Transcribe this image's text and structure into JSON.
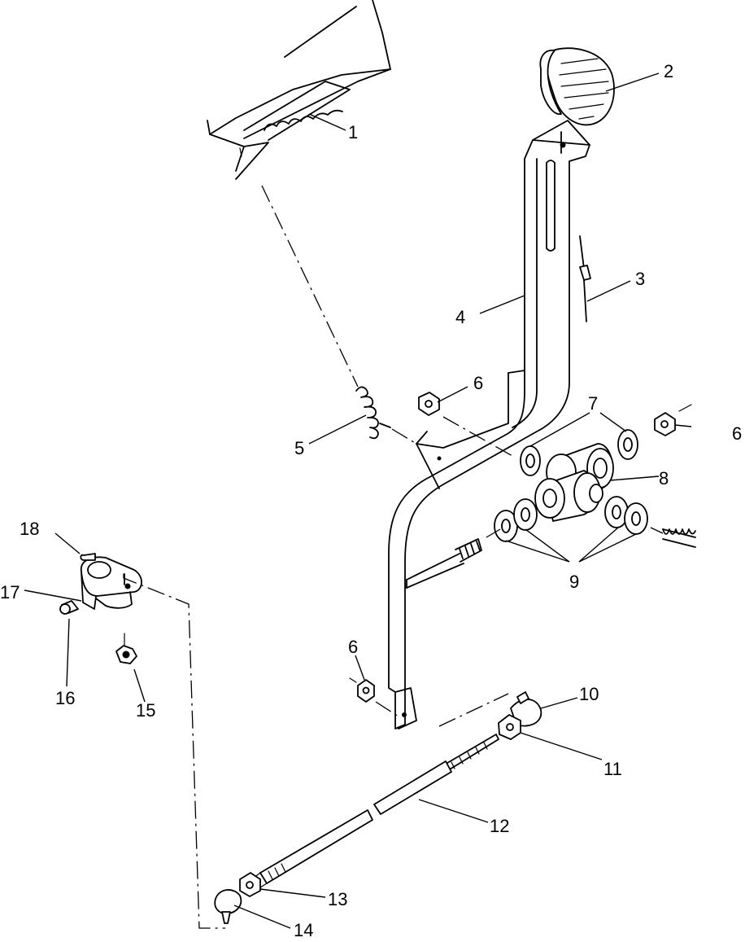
{
  "callouts": [
    {
      "id": "1",
      "text": "1"
    },
    {
      "id": "2",
      "text": "2"
    },
    {
      "id": "3",
      "text": "3"
    },
    {
      "id": "4",
      "text": "4"
    },
    {
      "id": "5",
      "text": "5"
    },
    {
      "id": "6a",
      "text": "6"
    },
    {
      "id": "6b",
      "text": "6"
    },
    {
      "id": "6c",
      "text": "6"
    },
    {
      "id": "7",
      "text": "7"
    },
    {
      "id": "8",
      "text": "8"
    },
    {
      "id": "9",
      "text": "9"
    },
    {
      "id": "10",
      "text": "10"
    },
    {
      "id": "11",
      "text": "11"
    },
    {
      "id": "12",
      "text": "12"
    },
    {
      "id": "13",
      "text": "13"
    },
    {
      "id": "14",
      "text": "14"
    },
    {
      "id": "15",
      "text": "15"
    },
    {
      "id": "16",
      "text": "16"
    },
    {
      "id": "17",
      "text": "17"
    },
    {
      "id": "18",
      "text": "18"
    }
  ]
}
